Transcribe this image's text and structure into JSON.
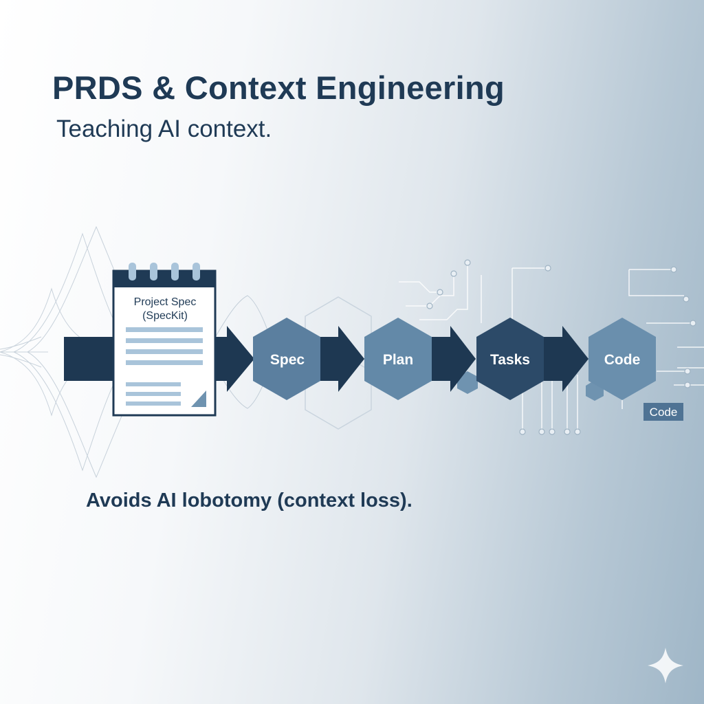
{
  "header": {
    "title": "PRDS & Context Engineering",
    "subtitle": "Teaching AI context."
  },
  "document": {
    "line1": "Project Spec",
    "line2": "(SpecKit)"
  },
  "flow": {
    "steps": [
      {
        "label": "Spec",
        "color": "#5b7f9f"
      },
      {
        "label": "Plan",
        "color": "#6389a8"
      },
      {
        "label": "Tasks",
        "color": "#2c4a68"
      },
      {
        "label": "Code",
        "color": "#6a8fad"
      }
    ]
  },
  "code_tag": "Code",
  "caption": "Avoids AI lobotomy (context loss).",
  "icons": {
    "corner": "sparkle-icon"
  },
  "colors": {
    "navy": "#1f3a55",
    "arrow": "#1e3852",
    "doc_line": "#a9c4da"
  }
}
